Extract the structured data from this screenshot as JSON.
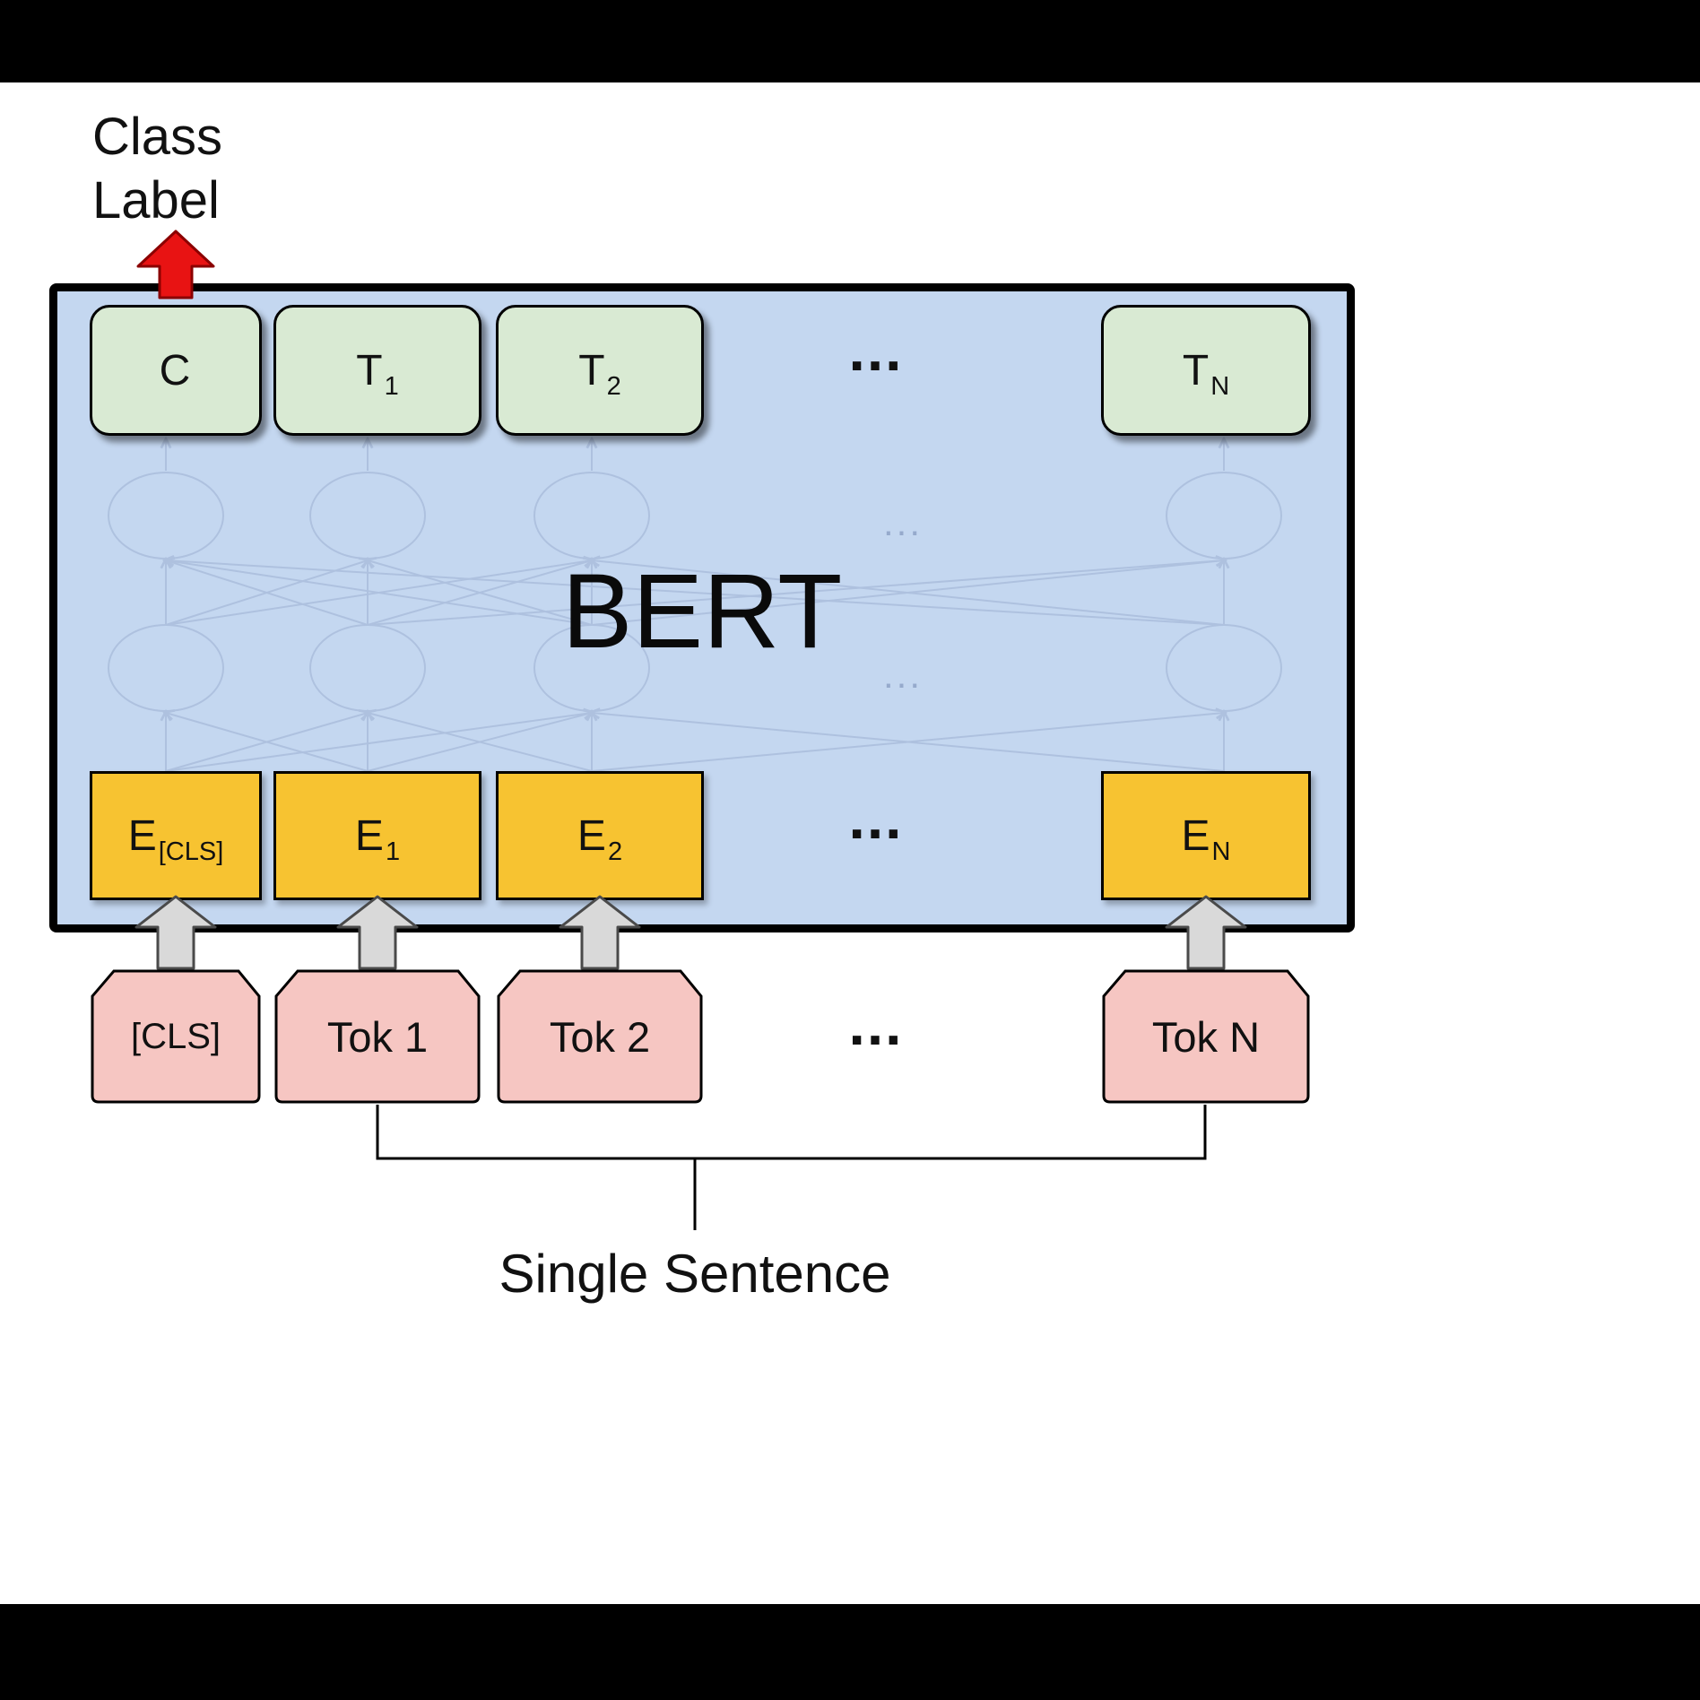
{
  "diagram": {
    "class_label": "Class\nLabel",
    "bert_label": "BERT",
    "caption": "Single Sentence",
    "ellipsis": "...",
    "outputs": [
      {
        "main": "C",
        "sub": ""
      },
      {
        "main": "T",
        "sub": "1"
      },
      {
        "main": "T",
        "sub": "2"
      },
      {
        "main": "T",
        "sub": "N"
      }
    ],
    "embeddings": [
      {
        "main": "E",
        "sub": "[CLS]"
      },
      {
        "main": "E",
        "sub": "1"
      },
      {
        "main": "E",
        "sub": "2"
      },
      {
        "main": "E",
        "sub": "N"
      }
    ],
    "tokens": [
      {
        "label": "[CLS]"
      },
      {
        "label": "Tok 1"
      },
      {
        "label": "Tok 2"
      },
      {
        "label": "Tok N"
      }
    ],
    "colors": {
      "bert_box_fill": "#c4d7f0",
      "output_box_fill": "#d9ead3",
      "embedding_box_fill": "#f7c331",
      "token_box_fill": "#f6c6c2",
      "class_arrow_fill": "#e81313",
      "input_arrow_fill": "#d9d9d9"
    }
  }
}
